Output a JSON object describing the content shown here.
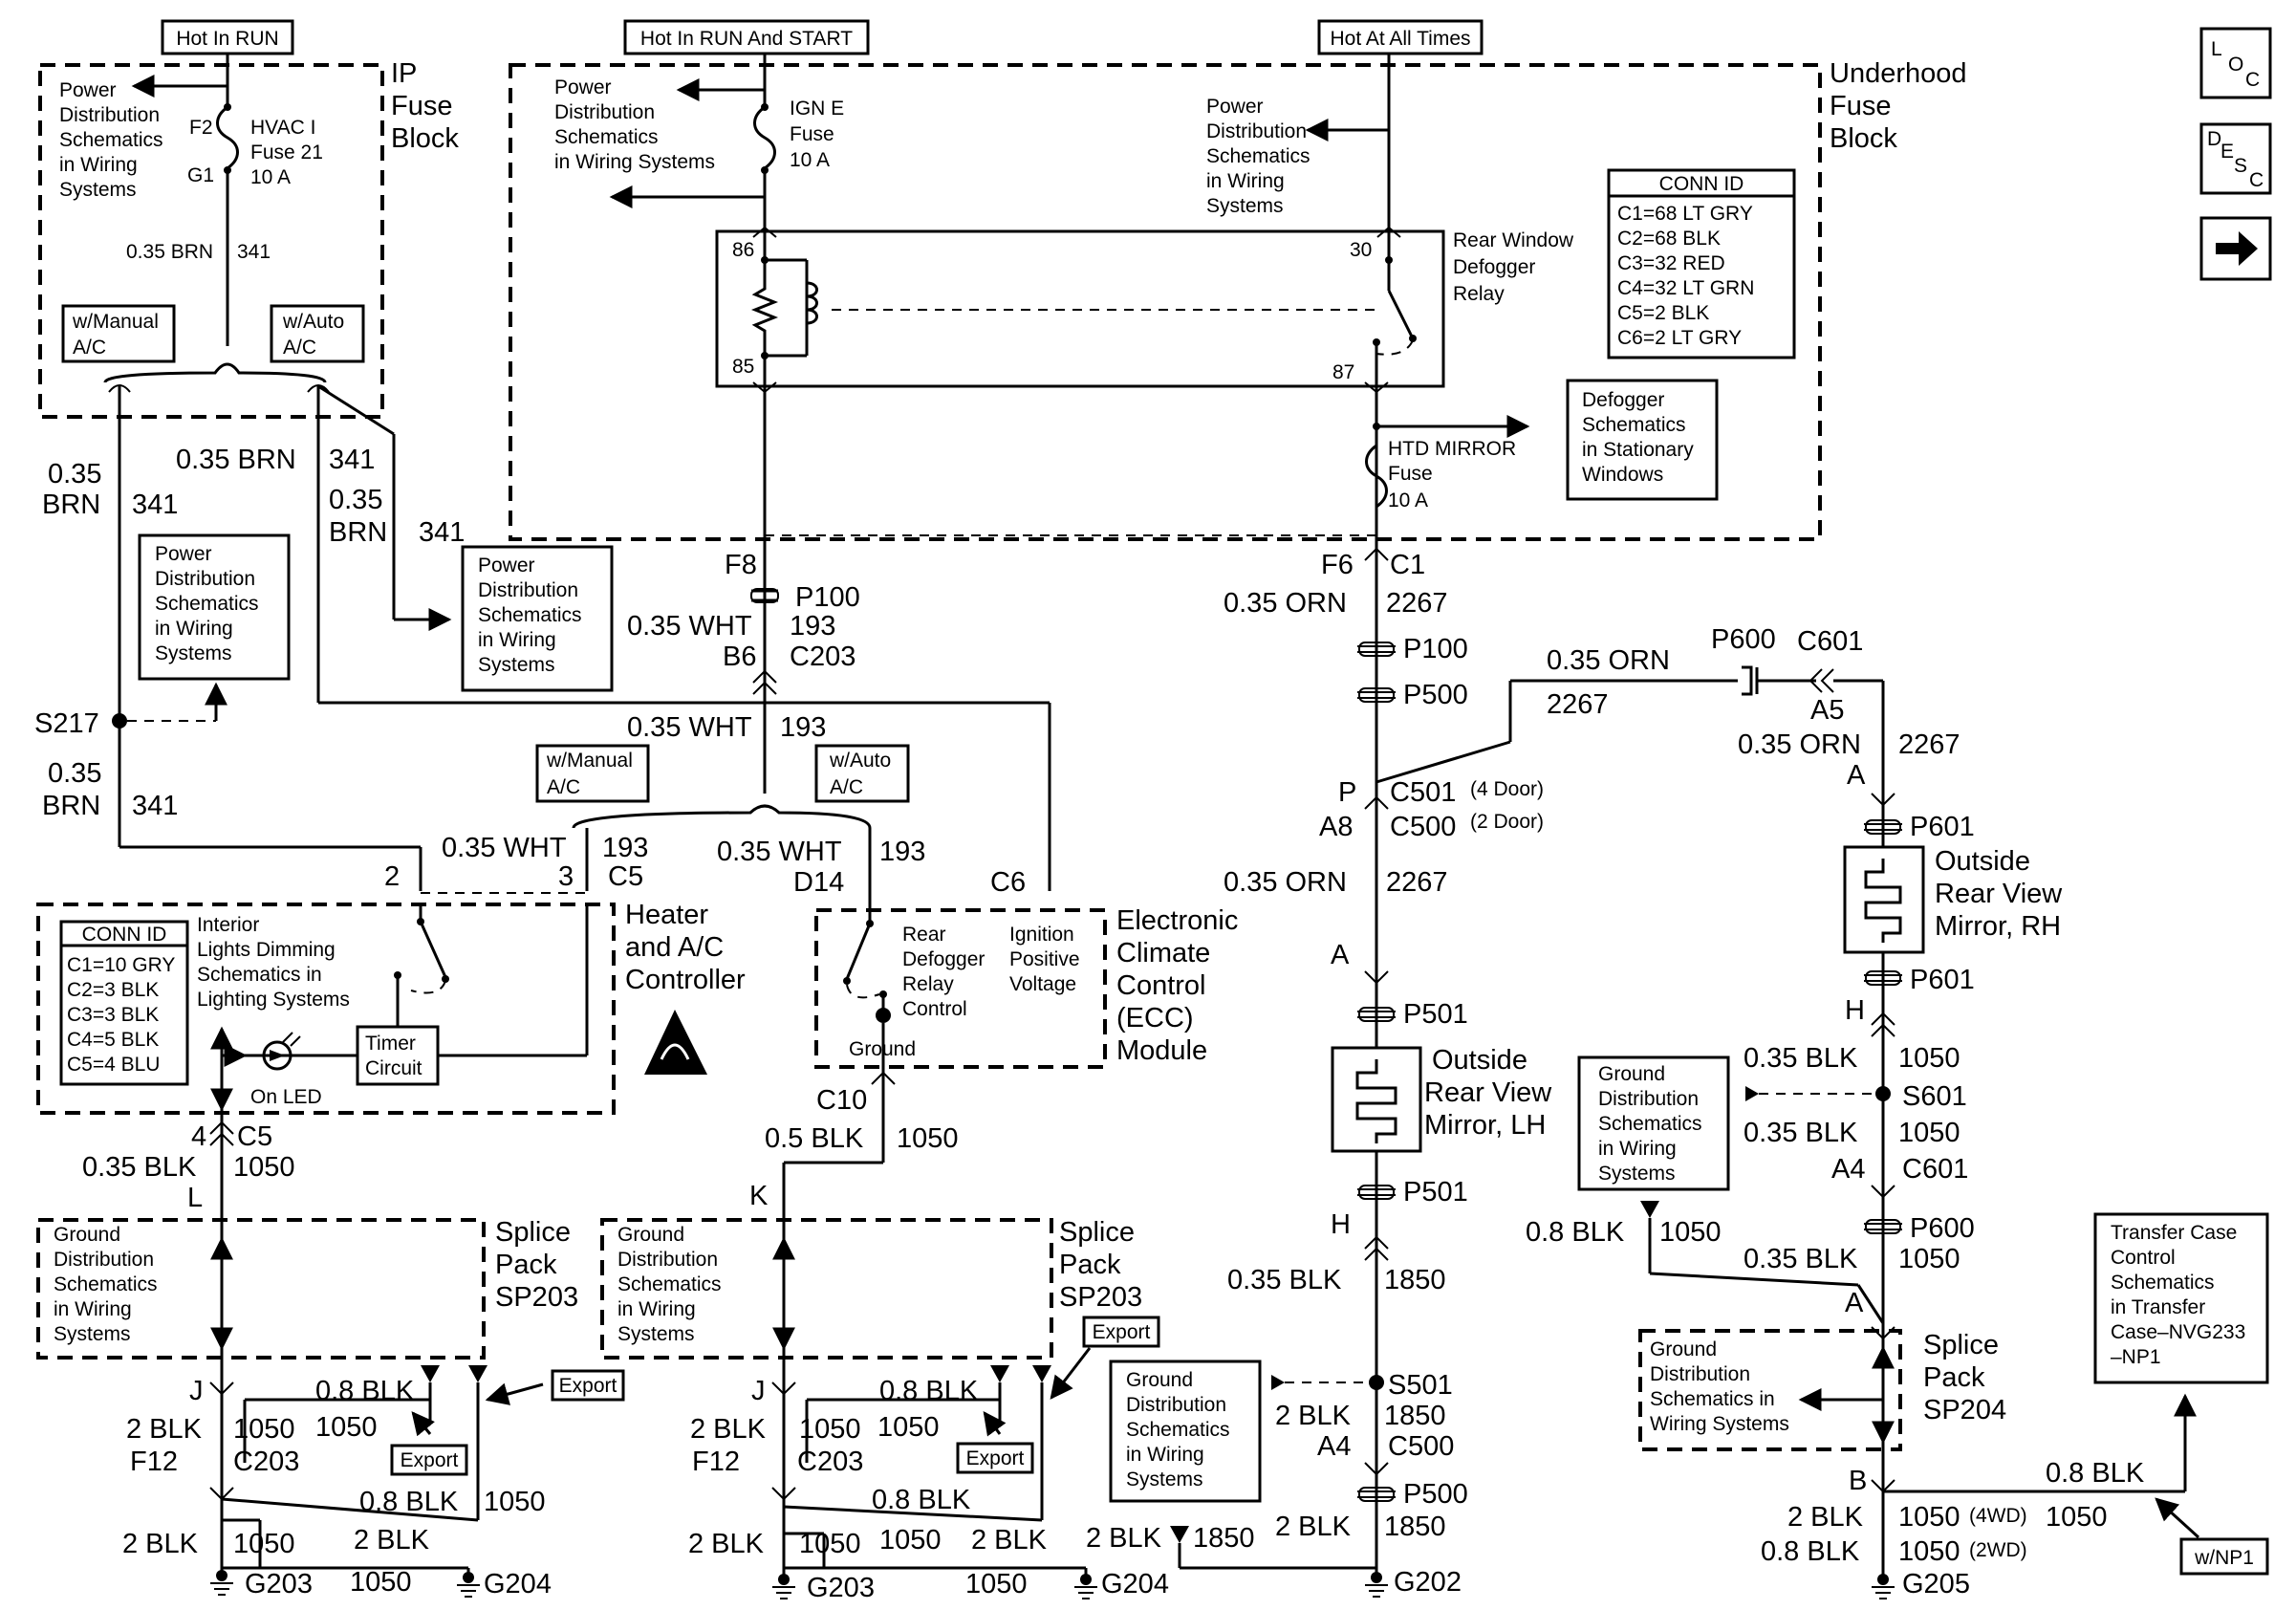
{
  "nav": {
    "loc_label": "LOC",
    "desc_label": "DESC",
    "next_icon": "right-arrow-icon"
  },
  "headers": {
    "hot_run": "Hot In RUN",
    "hot_run_start": "Hot In RUN And START",
    "hot_all": "Hot At All Times"
  },
  "ip_fuse_block": {
    "title": [
      "IP",
      "Fuse",
      "Block"
    ],
    "power_ref": [
      "Power",
      "Distribution",
      "Schematics",
      "in Wiring",
      "Systems"
    ],
    "fuse_in": "F2",
    "fuse_out": "G1",
    "fuse_name": [
      "HVAC I",
      "Fuse 21",
      "10 A"
    ],
    "wire": "0.35 BRN",
    "circuit": "341",
    "manual": [
      "w/Manual",
      "A/C"
    ],
    "auto": [
      "w/Auto",
      "A/C"
    ]
  },
  "underhood": {
    "title": [
      "Underhood",
      "Fuse",
      "Block"
    ],
    "power_ref1": [
      "Power",
      "Distribution",
      "Schematics",
      "in Wiring Systems"
    ],
    "ign_fuse": [
      "IGN E",
      "Fuse",
      "10 A"
    ],
    "power_ref2": [
      "Power",
      "Distribution",
      "Schematics",
      "in Wiring",
      "Systems"
    ],
    "relay_name": [
      "Rear Window",
      "Defogger",
      "Relay"
    ],
    "pins": {
      "p86": "86",
      "p85": "85",
      "p30": "30",
      "p87": "87"
    },
    "conn_id_title": "CONN ID",
    "conn_ids": [
      "C1=68 LT GRY",
      "C2=68 BLK",
      "C3=32 RED",
      "C4=32 LT GRN",
      "C5=2 BLK",
      "C6=2 LT GRY"
    ],
    "mirror_fuse": [
      "HTD MIRROR",
      "Fuse",
      "10 A"
    ],
    "defogger_ref": [
      "Defogger",
      "Schematics",
      "in Stationary",
      "Windows"
    ]
  },
  "left_wiring": {
    "w1": [
      "0.35",
      "BRN"
    ],
    "c1": "341",
    "w2": "0.35 BRN",
    "c2": "341",
    "w3": [
      "0.35",
      "BRN"
    ],
    "c3": "341",
    "power_ref3": [
      "Power",
      "Distribution",
      "Schematics",
      "in Wiring",
      "Systems"
    ],
    "power_ref4": [
      "Power",
      "Distribution",
      "Schematics",
      "in Wiring",
      "Systems"
    ],
    "splice": "S217",
    "w4": [
      "0.35",
      "BRN"
    ],
    "c4": "341"
  },
  "center_wiring": {
    "f8": "F8",
    "p100": "P100",
    "w": "0.35 WHT",
    "c": "193",
    "b6": "B6",
    "c203": "C203",
    "w2": "0.35 WHT",
    "c2": "193",
    "manual": [
      "w/Manual",
      "A/C"
    ],
    "auto": [
      "w/Auto",
      "A/C"
    ],
    "w3": "0.35 WHT",
    "c3": "193",
    "w4": "0.35 WHT",
    "c4": "193",
    "pin2": "2",
    "pin3": "3",
    "c5": "C5",
    "d14": "D14",
    "c6": "C6"
  },
  "heater": {
    "title": [
      "Heater",
      "and A/C",
      "Controller"
    ],
    "conn_id_title": "CONN ID",
    "conn_ids": [
      "C1=10 GRY",
      "C2=3 BLK",
      "C3=3 BLK",
      "C4=5 BLK",
      "C5=4 BLU"
    ],
    "dimming": [
      "Interior",
      "Lights Dimming",
      "Schematics in",
      "Lighting Systems"
    ],
    "timer": [
      "Timer",
      "Circuit"
    ],
    "led": "On LED",
    "pin4": "4",
    "c5": "C5",
    "wire": "0.35 BLK",
    "circuit": "1050",
    "l": "L"
  },
  "ecc": {
    "title": [
      "Electronic",
      "Climate",
      "Control",
      "(ECC)",
      "Module"
    ],
    "rdrc": [
      "Rear",
      "Defogger",
      "Relay",
      "Control"
    ],
    "ipv": [
      "Ignition",
      "Positive",
      "Voltage"
    ],
    "ground": "Ground",
    "c10": "C10",
    "wire": "0.5 BLK",
    "circuit": "1050",
    "k": "K"
  },
  "splice_left": {
    "ground_ref": [
      "Ground",
      "Distribution",
      "Schematics",
      "in Wiring",
      "Systems"
    ],
    "title": [
      "Splice",
      "Pack",
      "SP203"
    ],
    "j": "J",
    "w1": "0.8 BLK",
    "w2": "2 BLK",
    "c1": "1050",
    "c2": "1050",
    "f12": "F12",
    "c203": "C203",
    "export": "Export",
    "w3": "0.8 BLK",
    "c3": "1050",
    "w4": "2 BLK",
    "c4": "1050",
    "w5": "2 BLK",
    "c5": "1050",
    "g203": "G203",
    "g204": "G204"
  },
  "splice_center": {
    "ground_ref": [
      "Ground",
      "Distribution",
      "Schematics",
      "in Wiring",
      "Systems"
    ],
    "title": [
      "Splice",
      "Pack",
      "SP203"
    ],
    "j": "J",
    "w1": "0.8 BLK",
    "w2": "2 BLK",
    "c1": "1050",
    "c2": "1050",
    "f12": "F12",
    "c203": "C203",
    "export": "Export",
    "export_top": "Export",
    "w3": "0.8 BLK",
    "w4": "2 BLK",
    "c4": "1050",
    "c4b": "1050",
    "w5": "2 BLK",
    "c5": "1050",
    "g203": "G203",
    "g204": "G204"
  },
  "lh_mirror": {
    "f6": "F6",
    "c1": "C1",
    "w1": "0.35 ORN",
    "c1n": "2267",
    "p100": "P100",
    "p500": "P500",
    "p": "P",
    "c501": "C501",
    "c501n": "(4 Door)",
    "a8": "A8",
    "c500": "C500",
    "c500n": "(2 Door)",
    "w2": "0.35 ORN",
    "c2": "2267",
    "a": "A",
    "p501": "P501",
    "title": [
      "Outside",
      "Rear View",
      "Mirror, LH"
    ],
    "p501b": "P501",
    "h": "H",
    "w3": "0.35 BLK",
    "c3": "1850",
    "ground_ref": [
      "Ground",
      "Distribution",
      "Schematics",
      "in Wiring",
      "Systems"
    ],
    "s501": "S501",
    "w4": "2 BLK",
    "c4": "1850",
    "a4": "A4",
    "c500b": "C500",
    "p500b": "P500",
    "w5": "2 BLK",
    "c5": "1850",
    "w6": "2 BLK",
    "c6": "1850",
    "g202": "G202"
  },
  "rh_mirror": {
    "w1": "0.35 ORN",
    "c1": "2267",
    "p600": "P600",
    "c601": "C601",
    "a5": "A5",
    "w2": "0.35 ORN",
    "c2": "2267",
    "a": "A",
    "p601": "P601",
    "title": [
      "Outside",
      "Rear View",
      "Mirror, RH"
    ],
    "p601b": "P601",
    "h": "H",
    "w3": "0.35 BLK",
    "c3": "1050",
    "ground_ref": [
      "Ground",
      "Distribution",
      "Schematics",
      "in Wiring",
      "Systems"
    ],
    "s601": "S601",
    "w4": "0.35 BLK",
    "c4": "1050",
    "a4": "A4",
    "c601b": "C601",
    "w5": "0.8 BLK",
    "c5": "1050",
    "p600b": "P600",
    "w6": "0.35 BLK",
    "c6": "1050",
    "a2": "A",
    "sp_ground_ref": [
      "Ground",
      "Distribution",
      "Schematics in",
      "Wiring Systems"
    ],
    "sp_title": [
      "Splice",
      "Pack",
      "SP204"
    ],
    "b": "B",
    "w7": "0.8 BLK",
    "w8": "2 BLK",
    "c8": "1050",
    "c8n": "(4WD)",
    "c7": "1050",
    "w9": "0.8 BLK",
    "c9": "1050",
    "c9n": "(2WD)",
    "g205": "G205",
    "transfer_ref": [
      "Transfer Case",
      "Control",
      "Schematics",
      "in Transfer",
      "Case–NVG233",
      "–NP1"
    ],
    "np1": "w/NP1"
  }
}
